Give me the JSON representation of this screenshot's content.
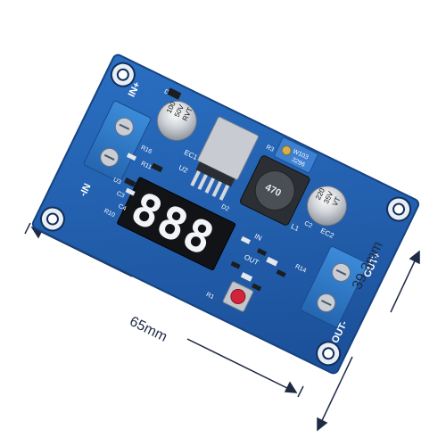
{
  "dimensions": {
    "width_label": "65mm",
    "height_label": "39.3mm"
  },
  "board": {
    "pcb_color": "#1f5fb0",
    "silkscreen": {
      "in_plus": "IN+",
      "in_minus": "-IN",
      "out_plus": "OUT+",
      "out_minus": "OUT-",
      "in": "IN",
      "out": "OUT",
      "u2": "U2",
      "d2": "D2",
      "l1": "L1",
      "ec1": "EC1",
      "ec2": "EC2",
      "r1": "R1",
      "r3": "R3",
      "c2": "C2",
      "u3": "U3",
      "c3": "C3",
      "c4": "C4",
      "r10": "R10",
      "r11": "R11",
      "r14": "R14",
      "r16": "R16",
      "d1": "D1"
    },
    "capacitor_left": {
      "line1": "100",
      "line2": "50V",
      "line3": "RVT"
    },
    "capacitor_right": {
      "line1": "220",
      "line2": "35V",
      "line3": "VT"
    },
    "inductor_code": "470",
    "potentiometer_code": "W103",
    "potentiometer_sub": "3296",
    "display_digits": "888"
  }
}
